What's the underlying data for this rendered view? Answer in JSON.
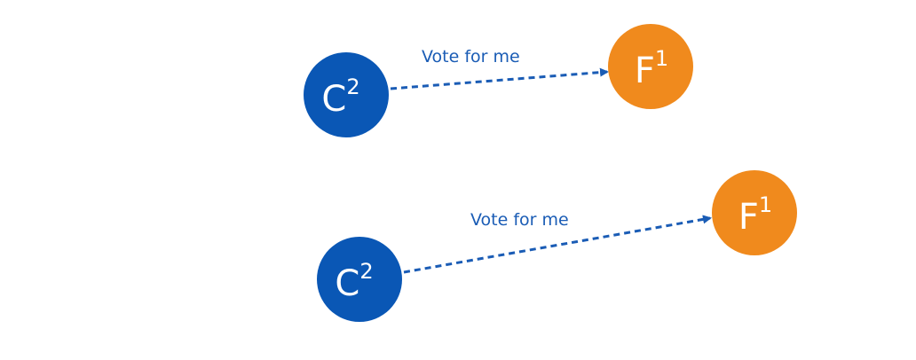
{
  "colors": {
    "candidate": "#0a57b5",
    "follower": "#f08a1d",
    "arrow": "#1a5cb5",
    "label": "#1a5cb5"
  },
  "diagram": {
    "pairs": [
      {
        "candidate": {
          "letter": "C",
          "term": "2"
        },
        "follower": {
          "letter": "F",
          "term": "1"
        },
        "message": "Vote for me"
      },
      {
        "candidate": {
          "letter": "C",
          "term": "2"
        },
        "follower": {
          "letter": "F",
          "term": "1"
        },
        "message": "Vote for me"
      }
    ]
  }
}
